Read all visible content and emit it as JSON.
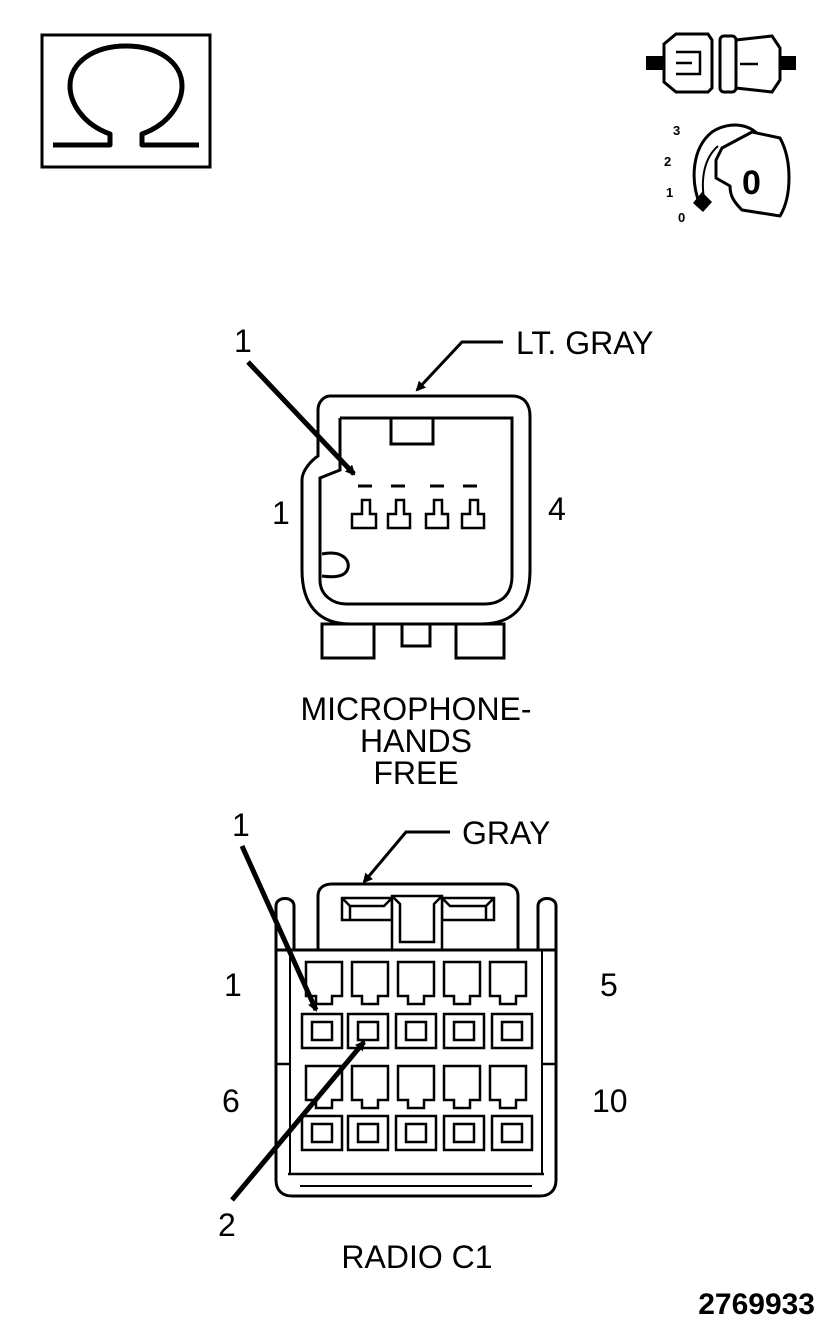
{
  "icons": {
    "ohm": "ohm-icon",
    "connector": "connector-disconnect-icon",
    "ignition": "ignition-key-icon",
    "ignition_positions": [
      "3",
      "2",
      "1",
      "0"
    ],
    "key_label": "0"
  },
  "microphone_connector": {
    "color_label": "LT. GRAY",
    "callout": "1",
    "pin_left": "1",
    "pin_right": "4",
    "name_lines": [
      "MICROPHONE-",
      "HANDS",
      "FREE"
    ]
  },
  "radio_connector": {
    "color_label": "GRAY",
    "callout_top": "1",
    "callout_bottom": "2",
    "pin_top_left": "1",
    "pin_top_right": "5",
    "pin_bottom_left": "6",
    "pin_bottom_right": "10",
    "name": "RADIO C1"
  },
  "figure_number": "2769933"
}
